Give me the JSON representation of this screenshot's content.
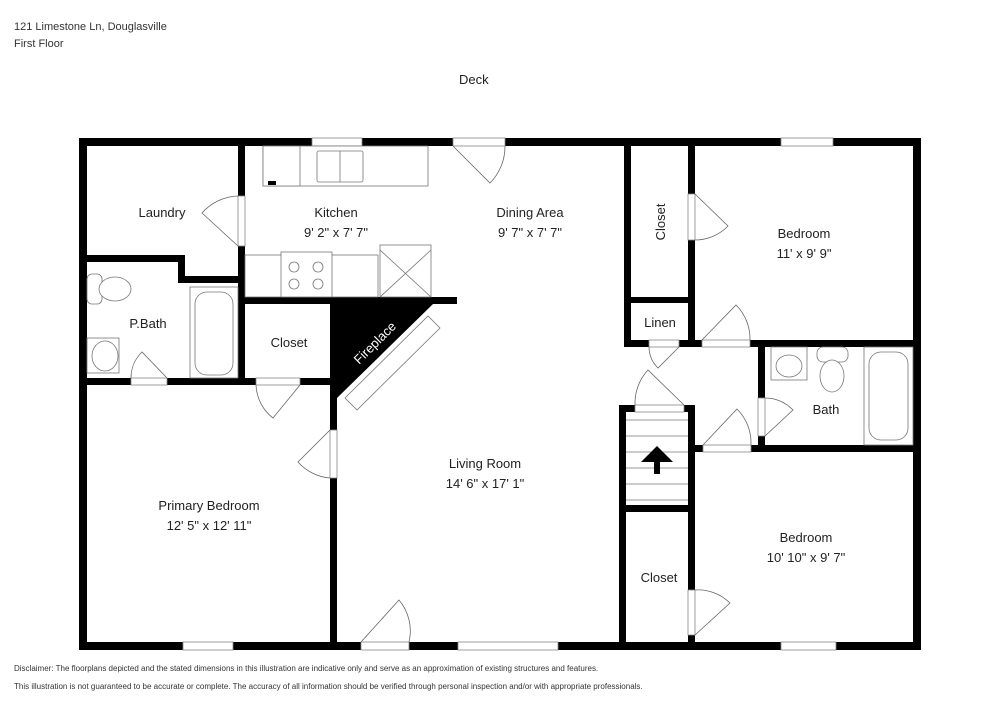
{
  "header": {
    "address": "121 Limestone Ln, Douglasville",
    "floor": "First Floor"
  },
  "exterior_label": "Deck",
  "rooms": [
    {
      "name": "Laundry",
      "dimensions": ""
    },
    {
      "name": "Kitchen",
      "dimensions": "9' 2\" x 7' 7\""
    },
    {
      "name": "Dining Area",
      "dimensions": "9' 7\" x 7' 7\""
    },
    {
      "name": "Closet",
      "dimensions": ""
    },
    {
      "name": "Bedroom",
      "dimensions": "11' x 9' 9\""
    },
    {
      "name": "P.Bath",
      "dimensions": ""
    },
    {
      "name": "Closet",
      "dimensions": ""
    },
    {
      "name": "Fireplace",
      "dimensions": ""
    },
    {
      "name": "Linen",
      "dimensions": ""
    },
    {
      "name": "Bath",
      "dimensions": ""
    },
    {
      "name": "Living Room",
      "dimensions": "14' 6\" x 17' 1\""
    },
    {
      "name": "Primary Bedroom",
      "dimensions": "12' 5\" x 12' 11\""
    },
    {
      "name": "Bedroom",
      "dimensions": "10' 10\" x 9' 7\""
    },
    {
      "name": "Closet",
      "dimensions": ""
    }
  ],
  "disclaimer": {
    "line1": "Disclaimer: The floorplans depicted and the stated dimensions in this illustration are indicative only and serve as an approximation of existing structures and features.",
    "line2": "This illustration is not guaranteed to be accurate or complete. The accuracy of all information should be verified through personal inspection and/or with appropriate professionals."
  },
  "icons": {
    "stairs_arrow": "up-arrow",
    "colors": {
      "wall": "#000000",
      "fixture": "#777777",
      "background": "#ffffff"
    }
  }
}
